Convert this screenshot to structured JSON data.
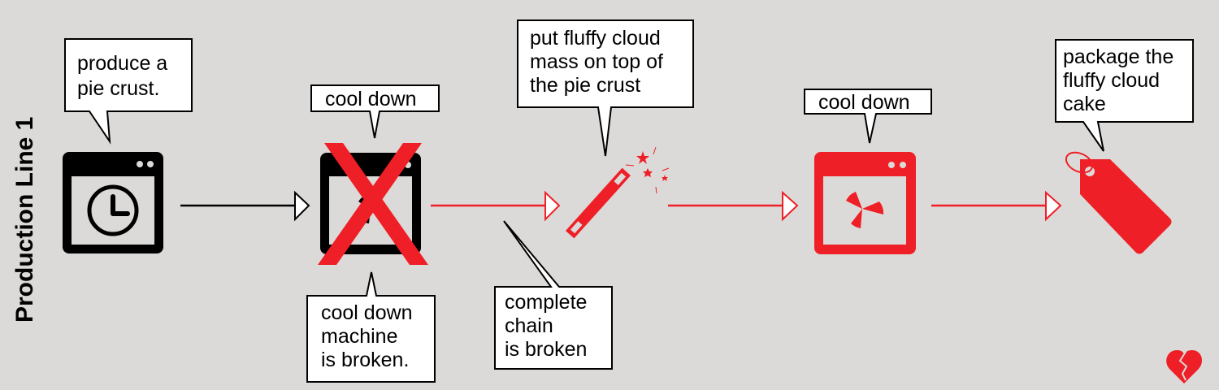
{
  "diagram": {
    "title": "Production Line 1",
    "colors": {
      "background": "#dcdad8",
      "ok": "#000000",
      "broken": "#ee1f26",
      "callout_fill": "#ffffff",
      "callout_border": "#000000"
    },
    "stations": [
      {
        "id": "crust-machine",
        "icon": "timer-machine-icon",
        "status": "ok",
        "callout": [
          "produce a",
          "pie crust."
        ]
      },
      {
        "id": "cool-down-1",
        "icon": "fan-machine-icon",
        "status": "broken-crossed",
        "callout": [
          "cool down"
        ],
        "note": [
          "cool down",
          "machine",
          "is broken."
        ]
      },
      {
        "id": "magic-wand",
        "icon": "magic-wand-icon",
        "status": "affected",
        "callout": [
          "put fluffy cloud",
          "mass on top of",
          "the pie crust"
        ]
      },
      {
        "id": "cool-down-2",
        "icon": "fan-machine-icon",
        "status": "affected",
        "callout": [
          "cool down"
        ]
      },
      {
        "id": "package",
        "icon": "price-tag-icon",
        "status": "affected",
        "callout": [
          "package the",
          "fluffy cloud",
          "cake"
        ]
      }
    ],
    "connectors": [
      {
        "from": "crust-machine",
        "to": "cool-down-1",
        "status": "ok"
      },
      {
        "from": "cool-down-1",
        "to": "magic-wand",
        "status": "broken",
        "note": [
          "complete",
          "chain",
          "is broken"
        ]
      },
      {
        "from": "magic-wand",
        "to": "cool-down-2",
        "status": "broken"
      },
      {
        "from": "cool-down-2",
        "to": "package",
        "status": "broken"
      }
    ],
    "status_icon": "broken-heart-icon"
  }
}
